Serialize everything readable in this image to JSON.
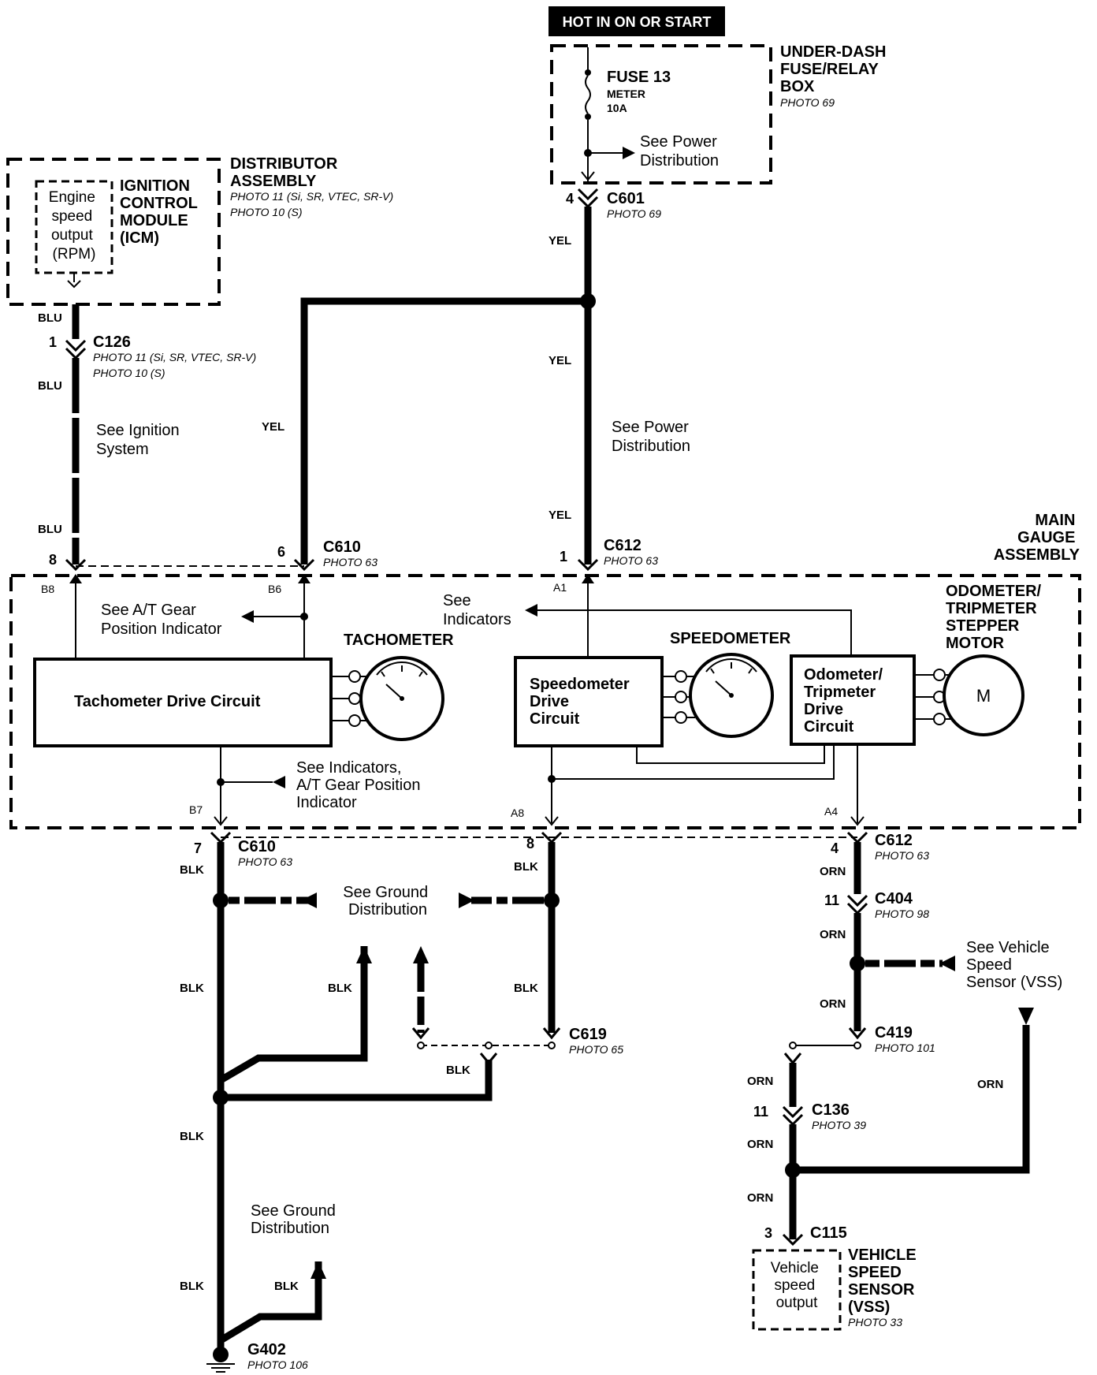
{
  "hot_label": "HOT IN ON OR START",
  "fuse_box": {
    "title": [
      "UNDER-DASH",
      "FUSE/RELAY",
      "BOX"
    ],
    "photo": "PHOTO 69"
  },
  "fuse": {
    "name": "FUSE 13",
    "sub": "METER",
    "amp": "10A"
  },
  "see_power_top": [
    "See Power",
    "Distribution"
  ],
  "see_power_mid": [
    "See Power",
    "Distribution"
  ],
  "c601": {
    "pin": "4",
    "name": "C601",
    "photo": "PHOTO 69"
  },
  "distributor": {
    "title": [
      "DISTRIBUTOR",
      "ASSEMBLY"
    ],
    "photo1": "PHOTO 11 (Si, SR, VTEC, SR-V)",
    "photo2": "PHOTO 10 (S)"
  },
  "icm": {
    "title": [
      "IGNITION",
      "CONTROL",
      "MODULE",
      "(ICM)"
    ],
    "box": [
      "Engine",
      "speed",
      "output",
      "(RPM)"
    ]
  },
  "c126": {
    "pin": "1",
    "name": "C126",
    "photo1": "PHOTO 11 (Si, SR, VTEC, SR-V)",
    "photo2": "PHOTO 10 (S)"
  },
  "see_ignition": [
    "See Ignition",
    "System"
  ],
  "wires": {
    "blu": "BLU",
    "yel": "YEL",
    "blk": "BLK",
    "orn": "ORN"
  },
  "c610_top": {
    "pin_left": "8",
    "pin": "6",
    "name": "C610",
    "photo": "PHOTO 63"
  },
  "c612_top": {
    "pin": "1",
    "name": "C612",
    "photo": "PHOTO 63"
  },
  "main_gauge": [
    "MAIN",
    "GAUGE",
    "ASSEMBLY"
  ],
  "terminals": {
    "b8": "B8",
    "b6": "B6",
    "a1": "A1",
    "b7": "B7",
    "a8": "A8",
    "a4": "A4"
  },
  "see_at_gear": [
    "See A/T Gear",
    "Position Indicator"
  ],
  "see_indicators": [
    "See",
    "Indicators"
  ],
  "tachometer": "TACHOMETER",
  "speedometer": "SPEEDOMETER",
  "odo_motor": [
    "ODOMETER/",
    "TRIPMETER",
    "STEPPER",
    "MOTOR"
  ],
  "tach_drive": "Tachometer Drive Circuit",
  "speedo_drive": [
    "Speedometer",
    "Drive",
    "Circuit"
  ],
  "odo_drive": [
    "Odometer/",
    "Tripmeter",
    "Drive",
    "Circuit"
  ],
  "motor": "M",
  "see_ind_at": [
    "See Indicators,",
    "A/T Gear Position",
    "Indicator"
  ],
  "c610_bot": {
    "pin": "7",
    "name": "C610",
    "photo": "PHOTO 63"
  },
  "pin_8_bot": "8",
  "c612_bot": {
    "pin": "4",
    "name": "C612",
    "photo": "PHOTO 63"
  },
  "see_ground_top": [
    "See Ground",
    "Distribution"
  ],
  "see_ground_bot": [
    "See Ground",
    "Distribution"
  ],
  "c404": {
    "pin": "11",
    "name": "C404",
    "photo": "PHOTO 98"
  },
  "see_vss": [
    "See Vehicle",
    "Speed",
    "Sensor (VSS)"
  ],
  "c419": {
    "name": "C419",
    "photo": "PHOTO 101"
  },
  "c619": {
    "name": "C619",
    "photo": "PHOTO 65"
  },
  "c136": {
    "pin": "11",
    "name": "C136",
    "photo": "PHOTO 39"
  },
  "c115": {
    "pin": "3",
    "name": "C115"
  },
  "vss": {
    "title": [
      "VEHICLE",
      "SPEED",
      "SENSOR",
      "(VSS)"
    ],
    "photo": "PHOTO 33",
    "box": [
      "Vehicle",
      "speed",
      "output"
    ]
  },
  "g402": {
    "name": "G402",
    "photo": "PHOTO 106"
  }
}
